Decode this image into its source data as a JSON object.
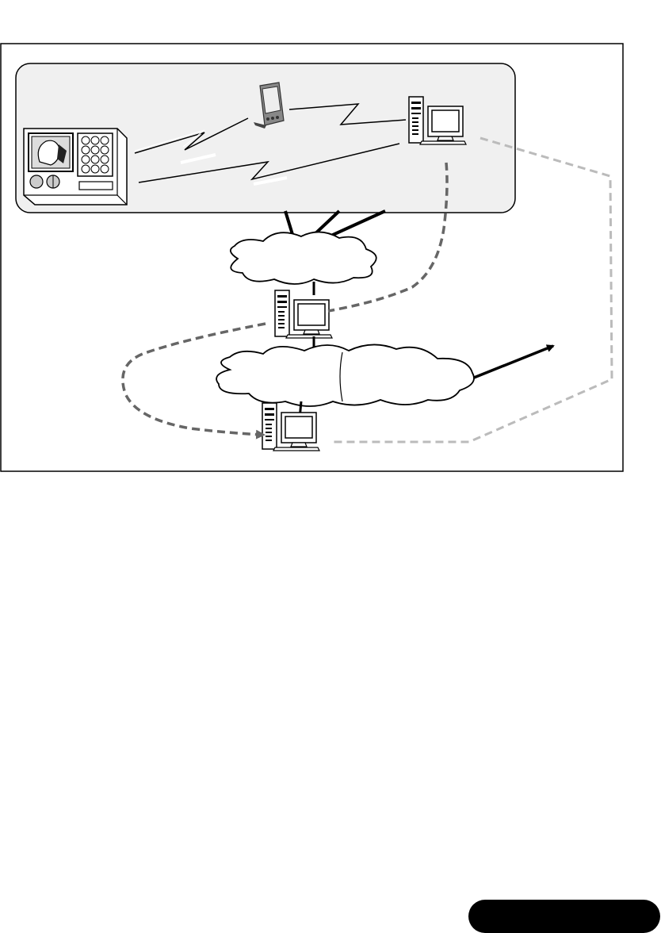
{
  "diagram": {
    "nodes": [
      {
        "id": "home-appliance",
        "label": "",
        "icon": "intercom-panel-icon"
      },
      {
        "id": "pda",
        "label": "",
        "icon": "pda-icon"
      },
      {
        "id": "home-server",
        "label": "",
        "icon": "desktop-computer-icon"
      },
      {
        "id": "home-network-cloud",
        "label": "",
        "icon": "cloud-icon"
      },
      {
        "id": "gateway-computer",
        "label": "",
        "icon": "desktop-computer-icon"
      },
      {
        "id": "internet-cloud",
        "label": "",
        "icon": "cloud-icon"
      },
      {
        "id": "remote-computer",
        "label": "",
        "icon": "desktop-computer-icon"
      }
    ],
    "edges": [
      {
        "from": "home-appliance",
        "to": "pda",
        "style": "wireless"
      },
      {
        "from": "pda",
        "to": "home-server",
        "style": "wireless"
      },
      {
        "from": "home-appliance",
        "to": "home-server",
        "style": "wireless"
      },
      {
        "from": "home-area",
        "to": "home-network-cloud",
        "style": "solid"
      },
      {
        "from": "home-network-cloud",
        "to": "gateway-computer",
        "style": "solid"
      },
      {
        "from": "gateway-computer",
        "to": "internet-cloud",
        "style": "solid"
      },
      {
        "from": "internet-cloud",
        "to": "remote-computer",
        "style": "solid"
      },
      {
        "from": "internet-cloud",
        "to": "outside",
        "style": "arrow"
      },
      {
        "from": "home-server",
        "to": "gateway-computer",
        "style": "dashed-dark"
      },
      {
        "from": "gateway-computer",
        "to": "remote-computer",
        "style": "dashed-dark-arrow"
      },
      {
        "from": "home-server",
        "to": "remote-computer",
        "style": "dashed-light"
      }
    ],
    "colors": {
      "dashed_dark": "#666666",
      "dashed_light": "#bbbbbb",
      "home_area_fill": "#f0f0f0"
    }
  },
  "page_badge": {
    "text": ""
  }
}
